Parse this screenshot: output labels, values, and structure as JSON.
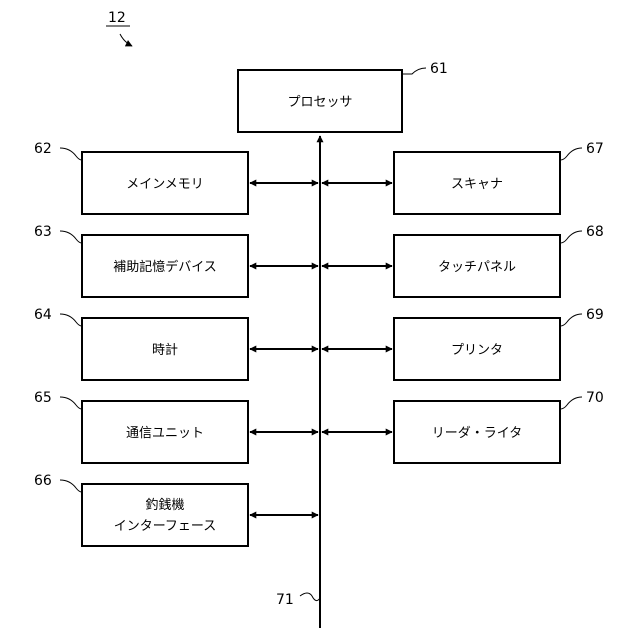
{
  "figure_ref": "12",
  "processor": {
    "ref": "61",
    "label": "プロセッサ"
  },
  "bus": {
    "ref": "71"
  },
  "left_blocks": [
    {
      "ref": "62",
      "label": "メインメモリ"
    },
    {
      "ref": "63",
      "label": "補助記憶デバイス"
    },
    {
      "ref": "64",
      "label": "時計"
    },
    {
      "ref": "65",
      "label": "通信ユニット"
    },
    {
      "ref": "66",
      "label_line1": "釣銭機",
      "label_line2": "インターフェース"
    }
  ],
  "right_blocks": [
    {
      "ref": "67",
      "label": "スキャナ"
    },
    {
      "ref": "68",
      "label": "タッチパネル"
    },
    {
      "ref": "69",
      "label": "プリンタ"
    },
    {
      "ref": "70",
      "label": "リーダ・ライタ"
    }
  ]
}
